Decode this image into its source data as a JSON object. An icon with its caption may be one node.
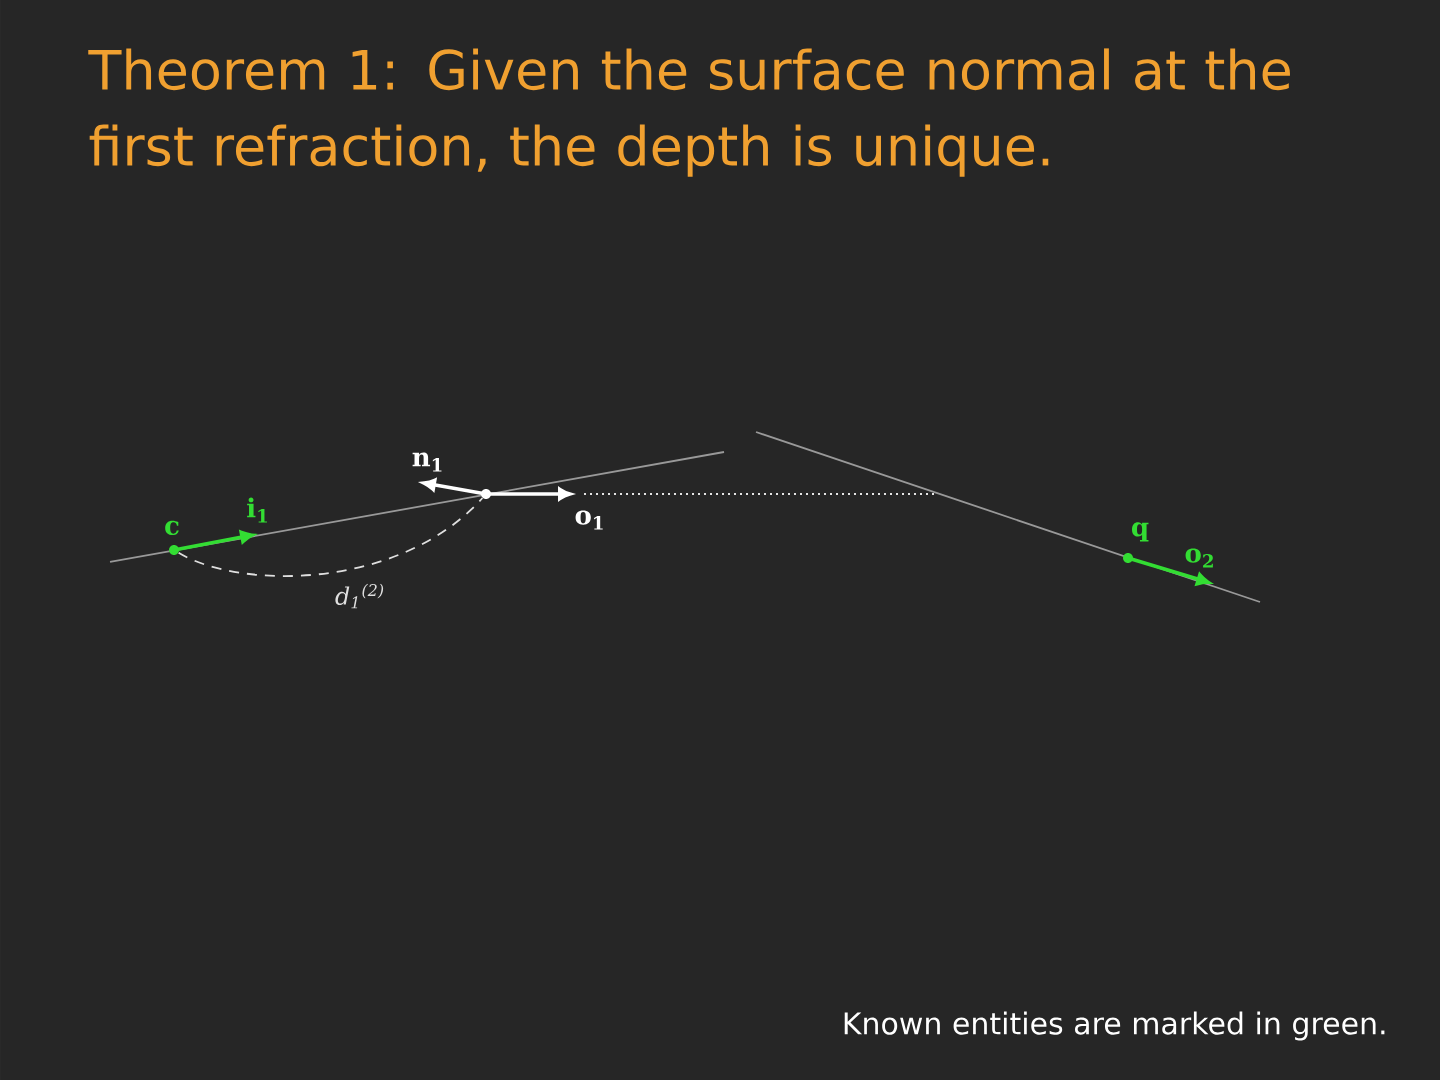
{
  "diagram": {
    "title": "Theorem 1: Given the surface normal at the first refraction, the depth is unique.",
    "nodes": [
      {
        "text": [
          "c"
        ]
      },
      {
        "text": [],
        "shape": "circle"
      },
      {
        "text": [
          "q"
        ]
      }
    ],
    "edges": [
      {
        "from": 0,
        "to": 1,
        "arrow": "none",
        "style": "dashed",
        "label": "d$_{1}$$^{(2)}$"
      }
    ],
    "labels": [
      "n$_{1}$",
      "i$_{1}$",
      "o$_{1}$",
      "o$_{2}$",
      "Known entities are marked in green."
    ]
  }
}
